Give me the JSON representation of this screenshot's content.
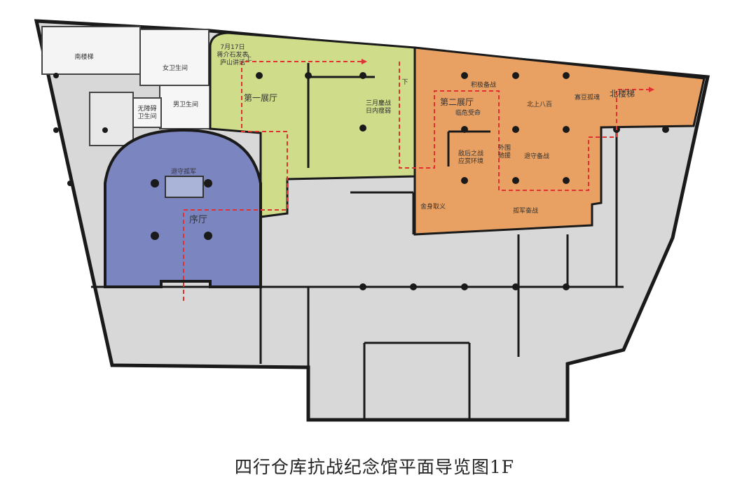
{
  "caption": "四行仓库抗战纪念馆平面导览图1F",
  "colors": {
    "background": "#ffffff",
    "floor_gray": "#d8d8d8",
    "wall": "#1a1a1a",
    "hall_1": "#cfdc8a",
    "hall_2": "#e8a163",
    "preface_hall": "#7b86c0",
    "route": "#e03232"
  },
  "zones": {
    "preface_hall": "序厅",
    "hall_1": "第一展厅",
    "hall_2": "第二展厅"
  },
  "labels": {
    "south_stair": "南楼梯",
    "female_wc": "女卫生间",
    "male_wc": "男卫生间",
    "accessible_wc": "无障碍\n卫生间",
    "date_note": "7月17日\n蒋介石发表\n庐山讲话",
    "battle": "三月鏖战\n日内瘦弱",
    "preparation": "积极备战",
    "endure": "临危受命",
    "relief": "退守备战",
    "farewell": "敌后之战\n应赏环境",
    "north_stair": "北楼梯",
    "north_loyal": "北上八百",
    "sacrifice": "舍身取义",
    "help": "外围\n驰援",
    "lone_army": "孤军奋战",
    "ending": "寡豆孤魂",
    "slogan_up": "上",
    "slogan_down": "下",
    "ode": "退守孤军"
  }
}
